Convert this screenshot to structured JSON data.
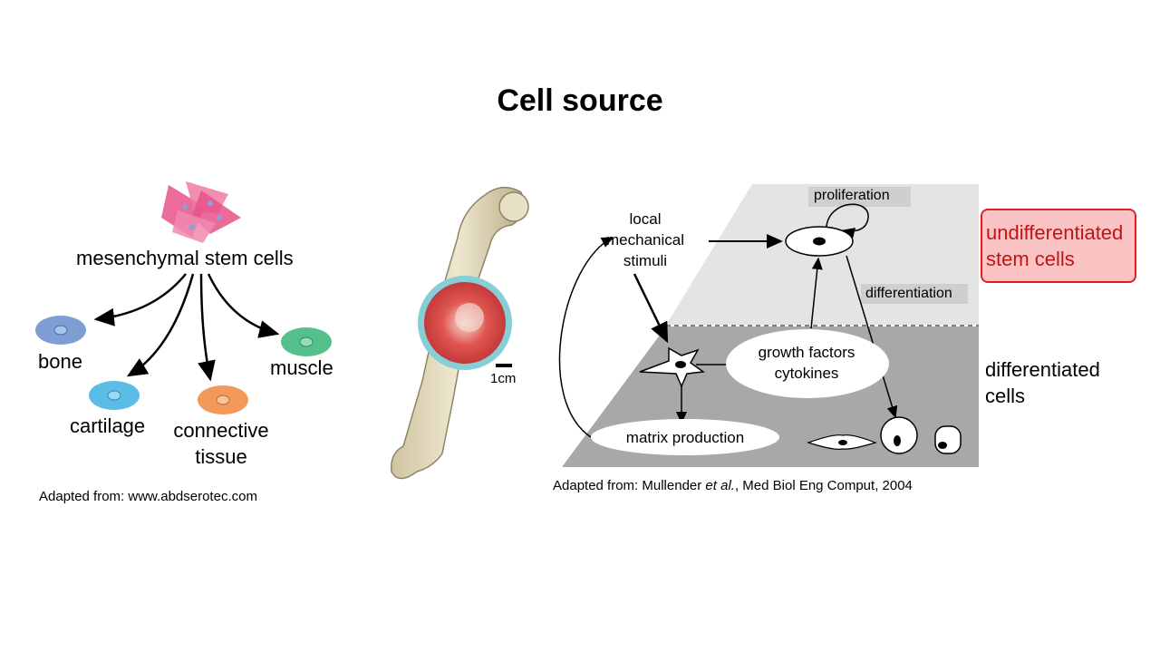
{
  "title": "Cell source",
  "left_diagram": {
    "stem_label": "mesenchymal stem cells",
    "outputs": {
      "bone": "bone",
      "cartilage": "cartilage",
      "connective_1": "connective",
      "connective_2": "tissue",
      "muscle": "muscle"
    },
    "citation": "Adapted from: www.abdserotec.com"
  },
  "bone_figure": {
    "scale_label": "1cm"
  },
  "right_diagram": {
    "stimuli": [
      "local",
      "mechanical",
      "stimuli"
    ],
    "proliferation": "proliferation",
    "differentiation": "differentiation",
    "growth": [
      "growth factors",
      "cytokines"
    ],
    "matrix": "matrix production",
    "citation_prefix": "Adapted from: Mullender ",
    "citation_italic": "et al.",
    "citation_suffix": ", Med Biol Eng Comput, 2004"
  },
  "side_labels": {
    "undiff": [
      "undifferentiated",
      "stem cells"
    ],
    "diff": [
      "differentiated",
      "cells"
    ]
  },
  "colors": {
    "stem_cells": "#e8528a",
    "bone_cell": "#7f9fd4",
    "cartilage_cell": "#5bbde6",
    "connective_cell": "#f39a5a",
    "muscle_cell": "#55c08c",
    "highlight_fill": "#fbc4c4",
    "highlight_border": "#e02020",
    "upper_plane": "#e4e4e4",
    "lower_plane": "#a8a8a8"
  }
}
